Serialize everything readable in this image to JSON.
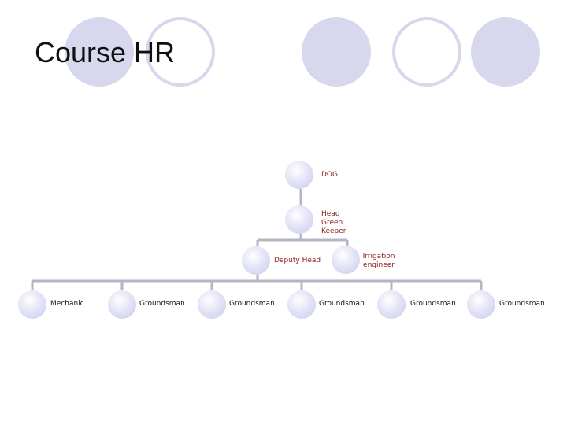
{
  "slide": {
    "title": "Course HR"
  },
  "org_chart": {
    "top": "DOG",
    "head": "Head Green Keeper",
    "deputy": "Deputy Head",
    "irrigation": "Irrigation engineer",
    "staff": [
      "Mechanic",
      "Groundsman",
      "Groundsman",
      "Groundsman",
      "Groundsman",
      "Groundsman"
    ]
  },
  "colors": {
    "decor_circle": "#d7d7ee",
    "node_fill": "#c9c9ec",
    "connector": "#b5b5c5",
    "label_red": "#8b1a1a",
    "label_black": "#111111"
  }
}
